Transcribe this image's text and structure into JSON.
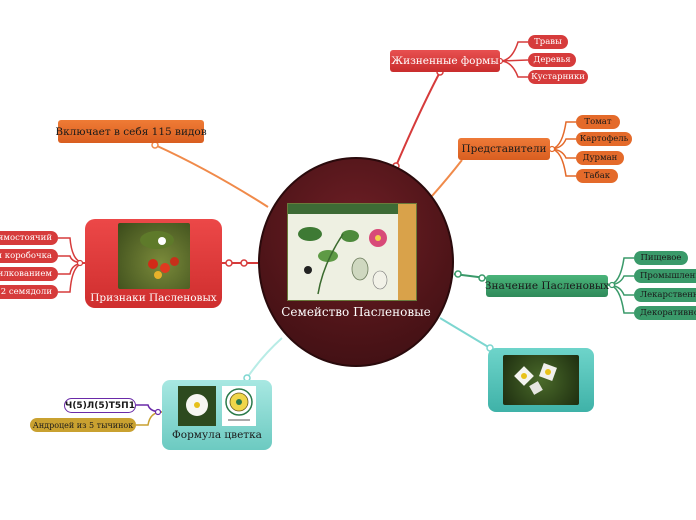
{
  "central": {
    "title": "Семейство Пасленовые"
  },
  "life_forms": {
    "title": "Жизненные формы",
    "items": [
      "Травы",
      "Деревья",
      "Кустарники"
    ]
  },
  "includes": {
    "title": "Включает в себя 115 видов"
  },
  "representatives": {
    "title": "Представители",
    "items": [
      "Томат",
      "Картофель",
      "Дурман",
      "Табак"
    ]
  },
  "signs": {
    "title": "Признаки Пасленовых",
    "items": [
      "прямостоячий",
      "или коробочка",
      "ожилкованием",
      "2 семядоли"
    ]
  },
  "meaning": {
    "title": "Значение Пасленовых",
    "items": [
      "Пищевое",
      "Промышленное",
      "Лекарственное",
      "Декоративное"
    ]
  },
  "formula": {
    "title": "Формула цветка",
    "formula_text": "Ч(5)Л(5)Т5П1",
    "stamens_text": "Андроцей из 5 тычинок"
  },
  "colors": {
    "red": "#d63b3b",
    "orange": "#e46a2a",
    "green": "#3a9a6a",
    "teal": "#5fcac0",
    "central": "#4e1418",
    "purple": "#6a2aa8",
    "gold": "#c9a130"
  }
}
